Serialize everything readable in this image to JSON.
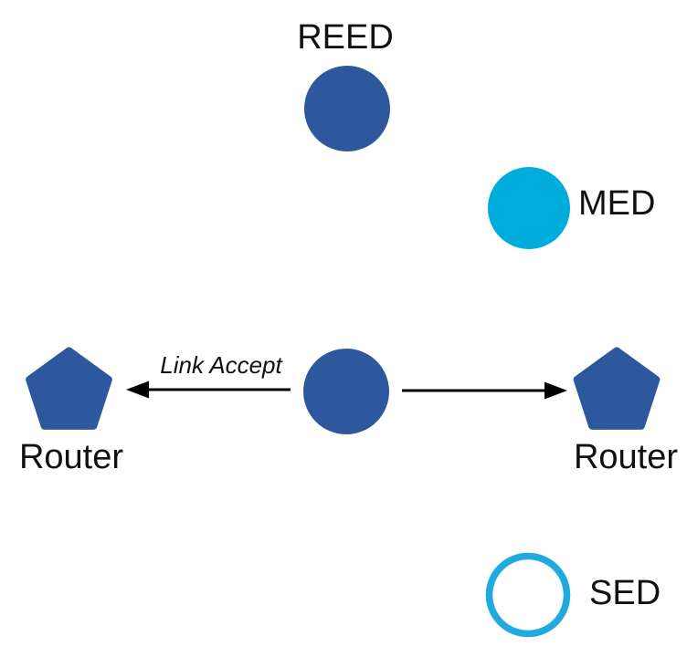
{
  "diagram": {
    "nodes": {
      "reed": {
        "label": "REED",
        "shape": "filled-circle"
      },
      "med": {
        "label": "MED",
        "shape": "filled-circle"
      },
      "sed": {
        "label": "SED",
        "shape": "outline-circle"
      },
      "center": {
        "label": "",
        "shape": "filled-circle"
      },
      "router_left": {
        "label": "Router",
        "shape": "pentagon"
      },
      "router_right": {
        "label": "Router",
        "shape": "pentagon"
      }
    },
    "edges": {
      "left_arrow_label": "Link Accept"
    },
    "colors": {
      "node_blue": "#2E589D",
      "med_cyan": "#00ACDB",
      "sed_cyan": "#1FAAE0",
      "arrow": "#000000",
      "text": "#111111",
      "background": "#FFFFFF"
    }
  }
}
